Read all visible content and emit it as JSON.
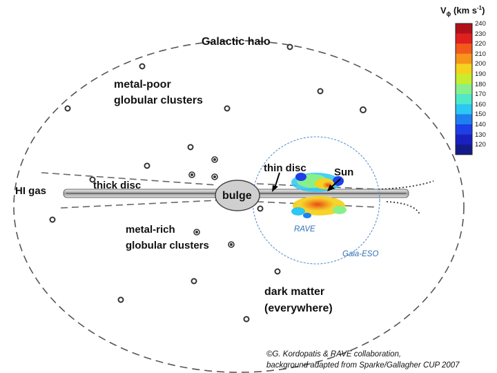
{
  "labels": {
    "halo": "Galactic halo",
    "metal_poor_1": "metal-poor",
    "metal_poor_2": "globular clusters",
    "hi_gas": "HI gas",
    "thick_disc": "thick disc",
    "bulge": "bulge",
    "thin_disc": "thin disc",
    "sun": "Sun",
    "metal_rich_1": "metal-rich",
    "metal_rich_2": "globular clusters",
    "rave": "RAVE",
    "gaia_eso": "Gaia-ESO",
    "dark_matter_1": "dark matter",
    "dark_matter_2": "(everywhere)"
  },
  "credit": {
    "line1": "©G. Kordopatis & RAVE collaboration,",
    "line2": "background adapted from Sparke/Gallagher CUP 2007"
  },
  "colorbar": {
    "title_main": "V",
    "title_sub": "ϕ",
    "title_unit_pre": " (km s",
    "title_unit_sup": "-1",
    "title_unit_post": ")",
    "ticks": [
      "240",
      "230",
      "220",
      "210",
      "200",
      "190",
      "180",
      "170",
      "160",
      "150",
      "140",
      "130",
      "120"
    ],
    "colors": [
      "#b0101a",
      "#e02020",
      "#f25a1c",
      "#f7951a",
      "#f5d21e",
      "#c9ec2e",
      "#88f08a",
      "#4fe8c8",
      "#2ac8f2",
      "#1f7ff0",
      "#1c40e6",
      "#1a20c0",
      "#151a8a"
    ]
  },
  "colors": {
    "circle_blue": "#5b8fd1",
    "accent_blue_text": "#2f6fb5",
    "dash_grey": "#555555"
  }
}
